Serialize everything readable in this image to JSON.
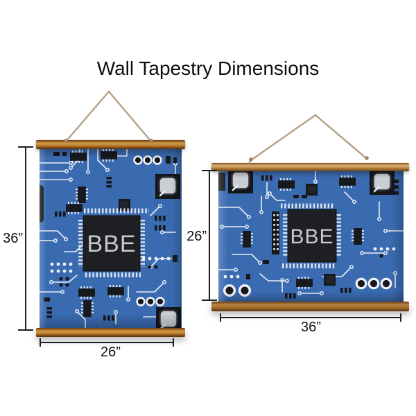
{
  "title": "Wall Tapestry Dimensions",
  "portrait": {
    "orientation": "portrait",
    "monogram": "BBE",
    "height_label": "36”",
    "width_label": "26”"
  },
  "landscape": {
    "orientation": "landscape",
    "monogram": "BBE",
    "height_label": "26”",
    "width_label": "36”"
  },
  "colors": {
    "background": "#ffffff",
    "board_blue": "#3a6bb1",
    "trace_white": "#e8eef6",
    "component_black": "#17191d",
    "chip_black": "#1e1f23",
    "monogram_gray": "#c8c9cb",
    "lid_silver": "#caced3",
    "wood_brown": "#b5793a",
    "rope_tan": "#b5a084",
    "dimension_line": "#1c1c1c",
    "title_text": "#0e0e0e"
  }
}
